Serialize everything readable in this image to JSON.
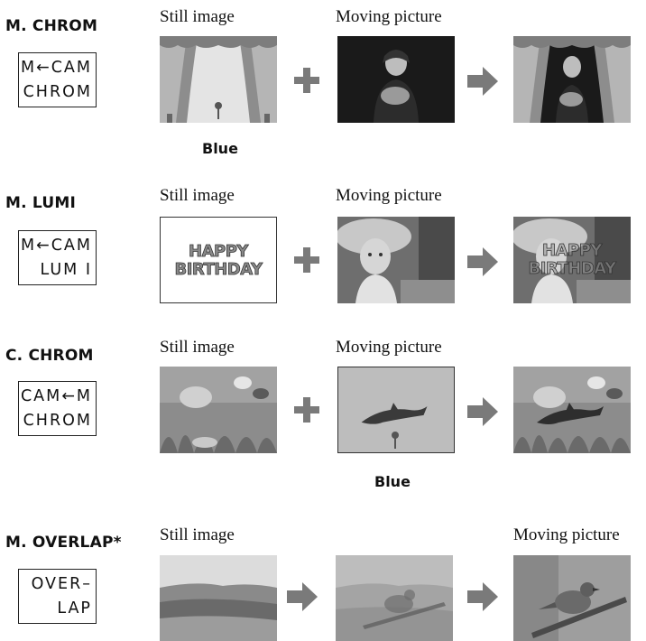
{
  "rows": [
    {
      "title": "M. CHROM",
      "lcd": [
        "M←CAM",
        "CHROM"
      ],
      "left_caption": "Still image",
      "mid_caption": "Moving picture",
      "blue_label": "Blue"
    },
    {
      "title": "M. LUMI",
      "lcd": [
        "M←CAM",
        "LUM I"
      ],
      "left_caption": "Still image",
      "mid_caption": "Moving picture",
      "still_text": [
        "HAPPY",
        "BIRTHDAY"
      ]
    },
    {
      "title": "C. CHROM",
      "lcd": [
        "CAM←M",
        "CHROM"
      ],
      "left_caption": "Still image",
      "mid_caption": "Moving picture",
      "blue_label": "Blue"
    },
    {
      "title": "M. OVERLAP*",
      "lcd": [
        "OVER–",
        "LAP"
      ],
      "left_caption": "Still image",
      "right_caption": "Moving picture"
    }
  ],
  "colors": {
    "arrow": "#7a7a7a",
    "plus": "#7a7a7a"
  }
}
